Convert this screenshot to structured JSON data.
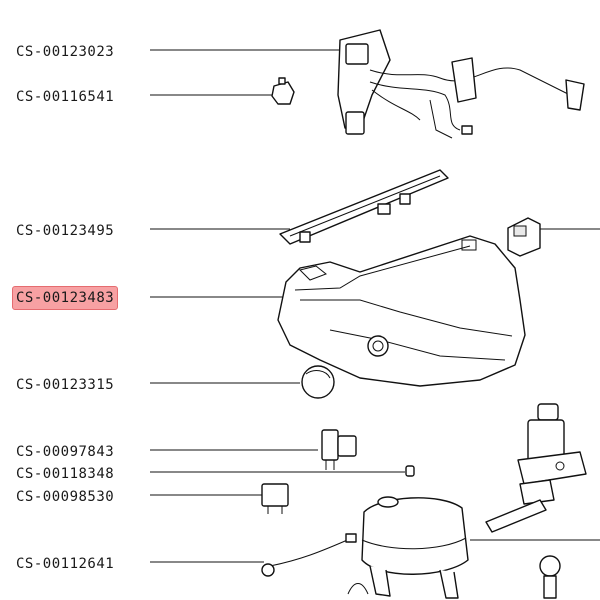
{
  "diagram": {
    "parts": [
      {
        "code": "CS-00123023",
        "highlighted": false
      },
      {
        "code": "CS-00116541",
        "highlighted": false
      },
      {
        "code": "CS-00123495",
        "highlighted": false
      },
      {
        "code": "CS-00123483",
        "highlighted": true
      },
      {
        "code": "CS-00123315",
        "highlighted": false
      },
      {
        "code": "CS-00097843",
        "highlighted": false
      },
      {
        "code": "CS-00118348",
        "highlighted": false
      },
      {
        "code": "CS-00098530",
        "highlighted": false
      },
      {
        "code": "CS-00112641",
        "highlighted": false
      }
    ],
    "colors": {
      "highlight": "#f7a1a3",
      "highlight_border": "#e56c70",
      "line": "#111111"
    }
  }
}
